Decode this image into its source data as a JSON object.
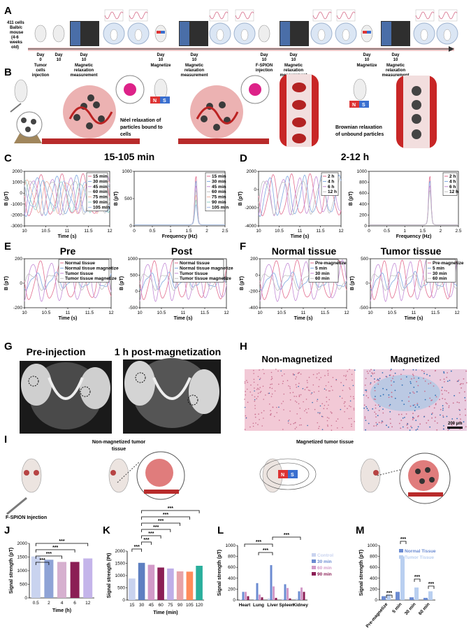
{
  "panel_letters": [
    "A",
    "B",
    "C",
    "D",
    "E",
    "F",
    "G",
    "H",
    "I",
    "J",
    "K",
    "L",
    "M"
  ],
  "panel_A": {
    "mouse_note": [
      "411 cells",
      "Balb/c",
      "mouse",
      "(4-6",
      "weeks",
      "old)"
    ],
    "timeline": [
      {
        "day": "Day",
        "d2": "0",
        "text": [
          "Tumor",
          "cells",
          "injection"
        ]
      },
      {
        "day": "Day",
        "d2": "10",
        "text": []
      },
      {
        "day": "Day",
        "d2": "10",
        "text": [
          "Magnetic",
          "relaxation",
          "measurement"
        ]
      },
      {
        "day": "Day",
        "d2": "10",
        "text": [
          "Magnetize"
        ]
      },
      {
        "day": "Day",
        "d2": "10",
        "text": [
          "Magnetic",
          "relaxation",
          "measurement"
        ]
      },
      {
        "day": "Day",
        "d2": "10",
        "text": [
          "F-SPION",
          "injection"
        ]
      },
      {
        "day": "Day",
        "d2": "10",
        "text": [
          "Magnetic",
          "relaxation",
          "measurement"
        ]
      },
      {
        "day": "Day",
        "d2": "10",
        "text": [
          "Magnetize"
        ]
      },
      {
        "day": "Day",
        "d2": "10",
        "text": [
          "Magnetic",
          "relaxation",
          "measurement"
        ]
      }
    ]
  },
  "panel_B": {
    "neel": [
      "Néel relaxation of",
      "particles bound to",
      "cells"
    ],
    "brownian": [
      "Brownian relaxation",
      "of  unbound particles"
    ],
    "magnet_n": "N",
    "magnet_s": "S"
  },
  "panel_C": {
    "title": "15-105 min",
    "legend": [
      "15 min",
      "30 min",
      "45 min",
      "60 min",
      "75 min",
      "90 min",
      "105 min"
    ]
  },
  "panel_D": {
    "title": "2-12 h",
    "legend": [
      "2 h",
      "4 h",
      "6 h",
      "12 h"
    ]
  },
  "panel_E": {
    "title_pre": "Pre",
    "title_post": "Post",
    "legend": [
      "Normal tissue",
      "Normal tissue magnetize",
      "Tumor tissue",
      "Tumor tissue magnetize"
    ]
  },
  "panel_F": {
    "title_normal": "Normal tissue",
    "title_tumor": "Tumor tissue",
    "legend": [
      "Pre-magnetize",
      "5 min",
      "30 min",
      "60 min"
    ]
  },
  "axes": {
    "time": "Time (s)",
    "freq": "Frequency (Hz)",
    "bpt": "B (pT)",
    "time_ticks": [
      "10",
      "10.5",
      "11",
      "11.5",
      "12"
    ],
    "freq_ticks": [
      "0",
      "0.5",
      "1",
      "1.5",
      "2",
      "2.5"
    ],
    "C_left_y": [
      "2000",
      "1000",
      "0",
      "-1000",
      "-2000",
      "-3000"
    ],
    "C_right_y": [
      "1000",
      "500",
      "0"
    ],
    "D_left_y": [
      "2000",
      "0",
      "-2000",
      "-4000"
    ],
    "D_right_y": [
      "1000",
      "800",
      "600",
      "400",
      "200",
      "0"
    ],
    "E_pre_y": [
      "200",
      "0",
      "-200"
    ],
    "E_post_y": [
      "1000",
      "500",
      "0",
      "-500"
    ],
    "F_normal_y": [
      "200",
      "0",
      "-200",
      "-400"
    ],
    "F_tumor_y": [
      "500",
      "0",
      "-500"
    ]
  },
  "panel_G": {
    "pre": "Pre-injection",
    "post": "1 h post-magnetization"
  },
  "panel_H": {
    "nonmag": "Non-magnetized",
    "mag": "Magnetized",
    "scale": "200 µm"
  },
  "panel_I": {
    "nonmag": [
      "Non-magnetized tumor",
      "tissue"
    ],
    "mag": "Magnetized tumor tissue",
    "fspion": "F-SPION Injection",
    "magnet_n": "N",
    "magnet_s": "S"
  },
  "chart_data": [
    {
      "type": "bar",
      "panel": "J",
      "categories": [
        "0.5",
        "2",
        "4",
        "6",
        "12"
      ],
      "values": [
        1520,
        1400,
        1320,
        1320,
        1450
      ],
      "xlabel": "Time (h)",
      "ylabel": "Signal strength (pT)",
      "ylim": [
        0,
        2000
      ],
      "yticks": [
        "0",
        "500",
        "1000",
        "1500",
        "2000"
      ],
      "colors": [
        "#c9d3ef",
        "#8ea3d6",
        "#d6b0cf",
        "#8b1e55",
        "#c4b4ea"
      ],
      "significance": [
        "***",
        "***",
        "***",
        "***"
      ]
    },
    {
      "type": "bar",
      "panel": "K",
      "categories": [
        "15",
        "30",
        "45",
        "60",
        "75",
        "90",
        "105",
        "120"
      ],
      "values": [
        880,
        1520,
        1440,
        1330,
        1290,
        1170,
        1160,
        1400
      ],
      "xlabel": "Time (min)",
      "ylabel": "Signal strength (Pt)",
      "ylim": [
        0,
        2000
      ],
      "yticks": [
        "0",
        "500",
        "1000",
        "1500",
        "2000"
      ],
      "colors": [
        "#c9d3ef",
        "#5d7fc1",
        "#d29ac8",
        "#8b1e55",
        "#bfaee8",
        "#e7a3a8",
        "#ff8c5a",
        "#2aaf9c"
      ],
      "significance": [
        "***",
        "***",
        "***",
        "***",
        "***",
        "***",
        "***"
      ]
    },
    {
      "type": "bar",
      "panel": "L",
      "categories": [
        "Heart",
        "Lung",
        "Liver",
        "Spleen",
        "Kidney"
      ],
      "series": [
        {
          "name": "Control",
          "values": [
            10,
            15,
            30,
            20,
            25
          ]
        },
        {
          "name": "30 min",
          "values": [
            150,
            310,
            640,
            290,
            160
          ]
        },
        {
          "name": "60 min",
          "values": [
            150,
            100,
            250,
            220,
            230
          ]
        },
        {
          "name": "90 min",
          "values": [
            70,
            50,
            40,
            30,
            150
          ]
        }
      ],
      "ylabel": "Signal strength (pT)",
      "ylim": [
        0,
        1000
      ],
      "yticks": [
        "0",
        "200",
        "400",
        "600",
        "800",
        "1000"
      ],
      "colors": [
        "#c9d3ef",
        "#6b8bd1",
        "#d29ac8",
        "#8b1e55"
      ],
      "significance": [
        "***",
        "***",
        "***"
      ]
    },
    {
      "type": "bar",
      "panel": "M",
      "categories": [
        "Pre-magnetize",
        "5 min",
        "30 min",
        "60 min"
      ],
      "series": [
        {
          "name": "Normal Tissue",
          "values": [
            70,
            150,
            50,
            40
          ]
        },
        {
          "name": "Tumor Tissue",
          "values": [
            100,
            800,
            230,
            160
          ]
        }
      ],
      "ylabel": "Signal strength (pT)",
      "ylim": [
        0,
        1000
      ],
      "yticks": [
        "0",
        "200",
        "400",
        "600",
        "800",
        "1000"
      ],
      "colors": [
        "#6b8bd1",
        "#b9cff0"
      ],
      "significance": [
        "***",
        "***",
        "***",
        "***"
      ]
    }
  ]
}
